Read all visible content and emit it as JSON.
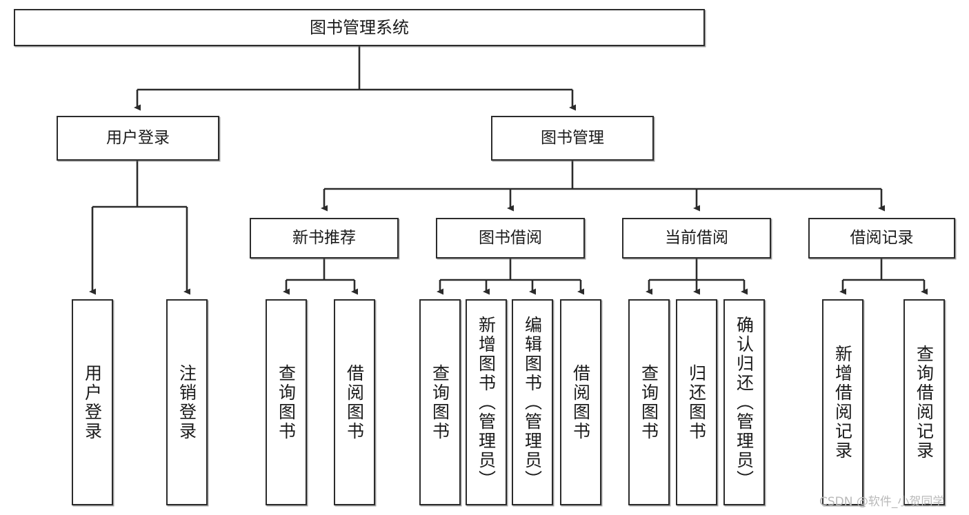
{
  "diagram": {
    "title": "图书管理系统",
    "type": "hierarchy-tree",
    "watermark": "CSDN @软件_小贺同学",
    "colors": {
      "box_border": "#2b2b2b",
      "box_fill": "#ffffff",
      "line": "#2b2b2b",
      "text": "#1a1a1a",
      "watermark": "#b9b9b9"
    },
    "nodes": {
      "root": {
        "label": "图书管理系统"
      },
      "level2": [
        {
          "label": "用户登录"
        },
        {
          "label": "图书管理"
        }
      ],
      "level3": [
        {
          "label": "新书推荐"
        },
        {
          "label": "图书借阅"
        },
        {
          "label": "当前借阅"
        },
        {
          "label": "借阅记录"
        }
      ],
      "leaves": {
        "user_login": [
          {
            "label": "用户登录"
          },
          {
            "label": "注销登录"
          }
        ],
        "new_book_recommend": [
          {
            "label": "查询图书"
          },
          {
            "label": "借阅图书"
          }
        ],
        "book_borrow": [
          {
            "label": "查询图书"
          },
          {
            "label": "新增图书（管理员）"
          },
          {
            "label": "编辑图书（管理员）"
          },
          {
            "label": "借阅图书"
          }
        ],
        "current_borrow": [
          {
            "label": "查询图书"
          },
          {
            "label": "归还图书"
          },
          {
            "label": "确认归还（管理员）"
          }
        ],
        "borrow_record": [
          {
            "label": "新增借阅记录"
          },
          {
            "label": "查询借阅记录"
          }
        ]
      }
    }
  }
}
